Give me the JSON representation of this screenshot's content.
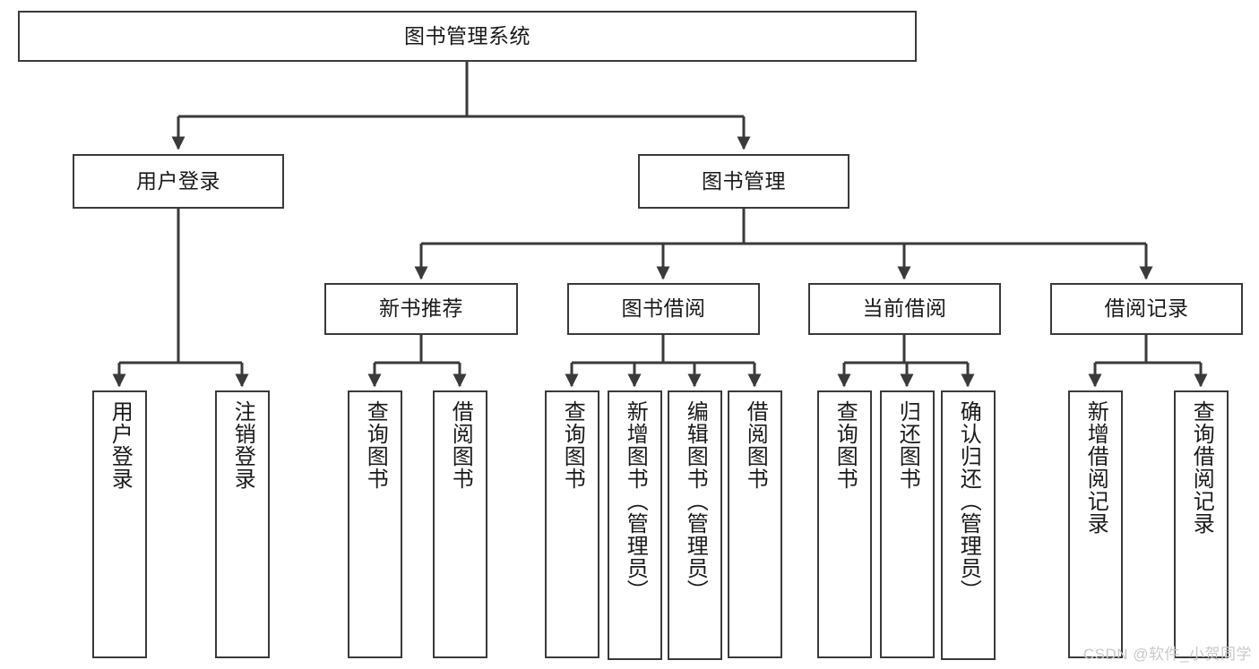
{
  "diagram": {
    "type": "tree-hierarchy",
    "title": "图书管理系统",
    "watermark": "CSDN @软件_小贺同学",
    "colors": {
      "box_border": "#3a3a3a",
      "box_fill": "#ffffff",
      "edge": "#3a3a3a",
      "text": "#1a1a1a",
      "watermark": "#c9c9c9"
    },
    "levels": [
      {
        "level": 0,
        "nodes": [
          {
            "id": "root",
            "label": "图书管理系统"
          }
        ]
      },
      {
        "level": 1,
        "nodes": [
          {
            "id": "login",
            "label": "用户登录",
            "parent": "root"
          },
          {
            "id": "bookmgmt",
            "label": "图书管理",
            "parent": "root"
          }
        ]
      },
      {
        "level": 2,
        "nodes": [
          {
            "id": "newbook",
            "label": "新书推荐",
            "parent": "bookmgmt"
          },
          {
            "id": "borrow",
            "label": "图书借阅",
            "parent": "bookmgmt"
          },
          {
            "id": "current",
            "label": "当前借阅",
            "parent": "bookmgmt"
          },
          {
            "id": "records",
            "label": "借阅记录",
            "parent": "bookmgmt"
          }
        ]
      },
      {
        "level": 3,
        "nodes": [
          {
            "id": "leaf1",
            "label": "用户登录",
            "parent": "login"
          },
          {
            "id": "leaf2",
            "label": "注销登录",
            "parent": "login"
          },
          {
            "id": "leaf3",
            "label": "查询图书",
            "parent": "newbook"
          },
          {
            "id": "leaf4",
            "label": "借阅图书",
            "parent": "newbook"
          },
          {
            "id": "leaf5",
            "label": "查询图书",
            "parent": "borrow"
          },
          {
            "id": "leaf6",
            "label": "新增图书（管理员）",
            "parent": "borrow"
          },
          {
            "id": "leaf7",
            "label": "编辑图书（管理员）",
            "parent": "borrow"
          },
          {
            "id": "leaf8",
            "label": "借阅图书",
            "parent": "borrow"
          },
          {
            "id": "leaf9",
            "label": "查询图书",
            "parent": "current"
          },
          {
            "id": "leaf10",
            "label": "归还图书",
            "parent": "current"
          },
          {
            "id": "leaf11",
            "label": "确认归还（管理员）",
            "parent": "current"
          },
          {
            "id": "leaf12",
            "label": "新增借阅记录",
            "parent": "records"
          },
          {
            "id": "leaf13",
            "label": "查询借阅记录",
            "parent": "records"
          }
        ]
      }
    ]
  }
}
